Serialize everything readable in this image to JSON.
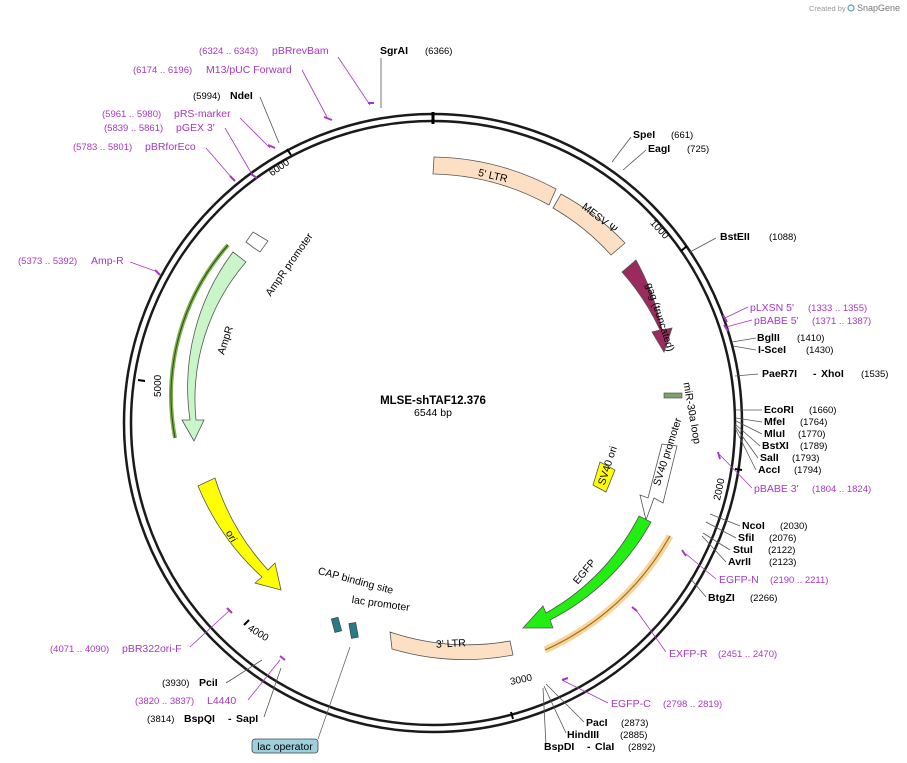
{
  "watermark": {
    "prefix": "Created by",
    "brand": "SnapGene"
  },
  "plasmid": {
    "name": "MLSE-shTAF12.376",
    "size_label": "6544 bp"
  },
  "ticks": [
    "1000",
    "2000",
    "3000",
    "4000",
    "5000",
    "6000"
  ],
  "enzymes": [
    {
      "name": "SgrAI",
      "pos": "(6366)"
    },
    {
      "name": "SpeI",
      "pos": "(661)"
    },
    {
      "name": "EagI",
      "pos": "(725)"
    },
    {
      "name": "BstEII",
      "pos": "(1088)"
    },
    {
      "name": "BglII",
      "pos": "(1410)"
    },
    {
      "name": "I-SceI",
      "pos": "(1430)"
    },
    {
      "name": "PaeR7I",
      "name2": "XhoI",
      "pos": "(1535)"
    },
    {
      "name": "EcoRI",
      "pos": "(1660)"
    },
    {
      "name": "MfeI",
      "pos": "(1764)"
    },
    {
      "name": "MluI",
      "pos": "(1770)"
    },
    {
      "name": "BstXI",
      "pos": "(1789)"
    },
    {
      "name": "SalI",
      "pos": "(1793)"
    },
    {
      "name": "AccI",
      "pos": "(1794)"
    },
    {
      "name": "NcoI",
      "pos": "(2030)"
    },
    {
      "name": "SfiI",
      "pos": "(2076)"
    },
    {
      "name": "StuI",
      "pos": "(2122)"
    },
    {
      "name": "AvrII",
      "pos": "(2123)"
    },
    {
      "name": "BtgZI",
      "pos": "(2266)"
    },
    {
      "name": "PacI",
      "pos": "(2873)"
    },
    {
      "name": "HindIII",
      "pos": "(2885)"
    },
    {
      "name": "BspDI",
      "name2": "ClaI",
      "pos": "(2892)"
    },
    {
      "name": "PciI",
      "pos": "(3930)"
    },
    {
      "name": "BspQI",
      "name2": "SapI",
      "pos": "(3814)"
    },
    {
      "name": "NdeI",
      "pos": "(5994)"
    }
  ],
  "primers": [
    {
      "name": "pBRrevBam",
      "range": "(6324 .. 6343)"
    },
    {
      "name": "M13/pUC Forward",
      "range": "(6174 .. 6196)"
    },
    {
      "name": "pRS-marker",
      "range": "(5961 .. 5980)"
    },
    {
      "name": "pGEX 3'",
      "range": "(5839 .. 5861)"
    },
    {
      "name": "pBRforEco",
      "range": "(5783 .. 5801)"
    },
    {
      "name": "Amp-R",
      "range": "(5373 .. 5392)"
    },
    {
      "name": "pLXSN 5'",
      "range": "(1333 .. 1355)"
    },
    {
      "name": "pBABE 5'",
      "range": "(1371 .. 1387)"
    },
    {
      "name": "pBABE 3'",
      "range": "(1804 .. 1824)"
    },
    {
      "name": "EGFP-N",
      "range": "(2190 .. 2211)"
    },
    {
      "name": "EXFP-R",
      "range": "(2451 .. 2470)"
    },
    {
      "name": "EGFP-C",
      "range": "(2798 .. 2819)"
    },
    {
      "name": "pBR322ori-F",
      "range": "(4071 .. 4090)"
    },
    {
      "name": "L4440",
      "range": "(3820 .. 3837)"
    }
  ],
  "features": {
    "ltr5": "5' LTR",
    "mesv": "MESV Ψ",
    "gag": "gag (truncated)",
    "mir": "miR-30a loop",
    "sv40ori": "SV40 ori",
    "sv40prom": "SV40 promoter",
    "egfp": "EGFP",
    "ltr3": "3' LTR",
    "cap": "CAP binding site",
    "lacprom": "lac promoter",
    "lacop": "lac operator",
    "ori": "ori",
    "ampr": "AmpR",
    "amprprom": "AmpR promoter"
  },
  "colors": {
    "enzyme": "#000000",
    "primer": "#a537c2",
    "ltr": "#fde0c3",
    "gag": "#9b2b5e",
    "egfp": "#22ee11",
    "ori": "#ffff00",
    "ampr": "#c9f5c9",
    "lacop": "#9ecfdc"
  }
}
